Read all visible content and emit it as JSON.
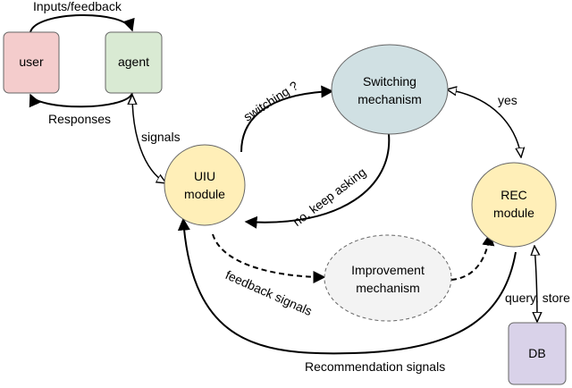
{
  "nodes": {
    "user": {
      "label": "user",
      "fill": "#f4cccc"
    },
    "agent": {
      "label": "agent",
      "fill": "#d9ead3"
    },
    "switching": {
      "line1": "Switching",
      "line2": "mechanism",
      "fill": "#d0e0e3"
    },
    "uiu": {
      "line1": "UIU",
      "line2": "module",
      "fill": "#ffefb8"
    },
    "rec": {
      "line1": "REC",
      "line2": "module",
      "fill": "#ffefb8"
    },
    "improvement": {
      "line1": "Improvement",
      "line2": "mechanism",
      "fill": "#f3f3f3"
    },
    "db": {
      "label": "DB",
      "fill": "#d9d2e9"
    }
  },
  "edges": {
    "inputs_feedback": "Inputs/feedback",
    "responses": "Responses",
    "signals": "signals",
    "switching_q": "switching ?",
    "no_keep_asking": "no, keep asking",
    "yes": "yes",
    "feedback_signals": "feedback signals",
    "query_store": "query, store",
    "recommendation_signals": "Recommendation signals"
  }
}
